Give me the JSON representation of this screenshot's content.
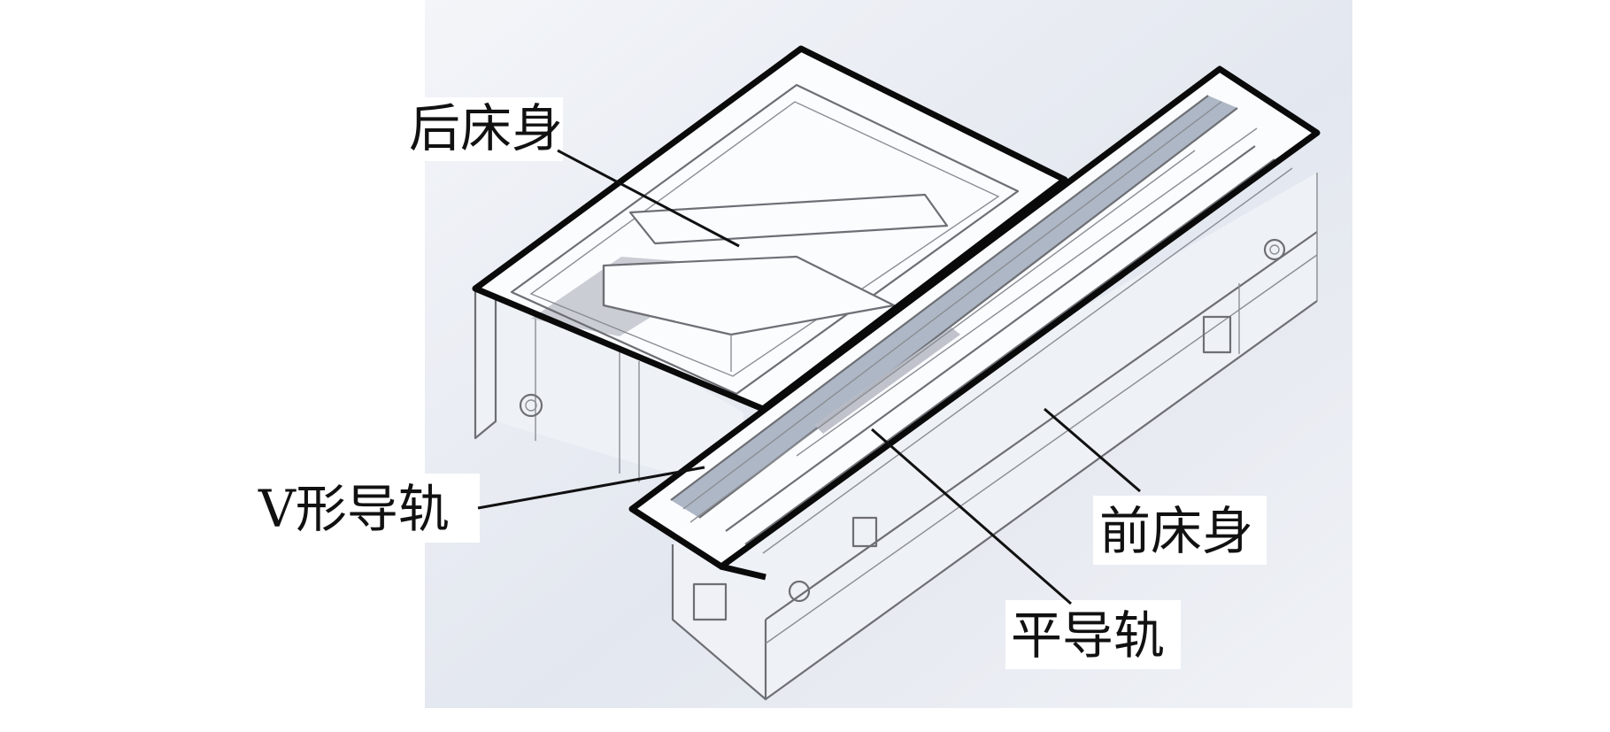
{
  "labels": {
    "rear_bed": "后床身",
    "v_guide": "V形导轨",
    "front_bed": "前床身",
    "flat_guide": "平导轨"
  },
  "colors": {
    "outline": "#0a0a0a",
    "rail": "#aeb7c6",
    "background_tint": "#e7ebf2"
  }
}
